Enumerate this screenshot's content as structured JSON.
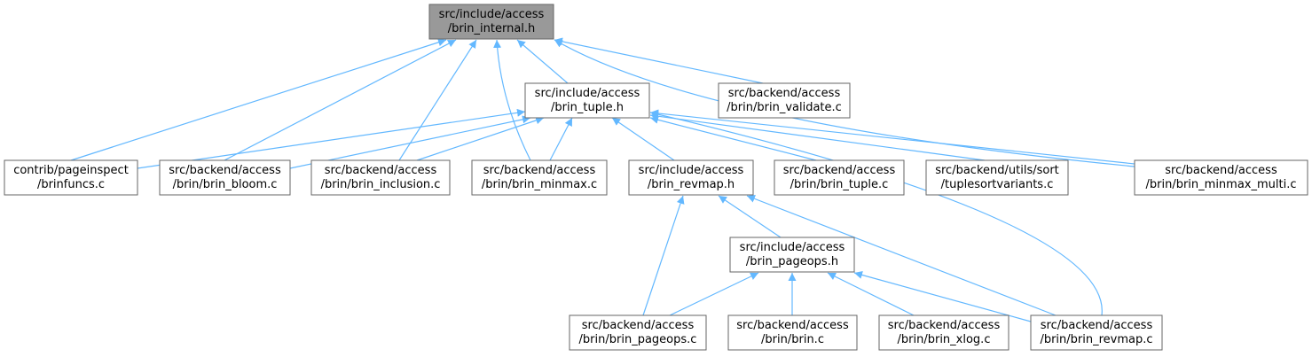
{
  "colors": {
    "edge": "#63b8ff",
    "node_border": "#666666",
    "node_fill": "#ffffff",
    "root_fill": "#999999",
    "text": "#000000"
  },
  "nodes": [
    {
      "id": "brin_internal_h",
      "lines": [
        "src/include/access",
        "/brin_internal.h"
      ],
      "root": true
    },
    {
      "id": "brin_tuple_h",
      "lines": [
        "src/include/access",
        "/brin_tuple.h"
      ]
    },
    {
      "id": "brin_validate_c",
      "lines": [
        "src/backend/access",
        "/brin/brin_validate.c"
      ]
    },
    {
      "id": "brinfuncs_c",
      "lines": [
        "contrib/pageinspect",
        "/brinfuncs.c"
      ]
    },
    {
      "id": "brin_bloom_c",
      "lines": [
        "src/backend/access",
        "/brin/brin_bloom.c"
      ]
    },
    {
      "id": "brin_inclusion_c",
      "lines": [
        "src/backend/access",
        "/brin/brin_inclusion.c"
      ]
    },
    {
      "id": "brin_minmax_c",
      "lines": [
        "src/backend/access",
        "/brin/brin_minmax.c"
      ]
    },
    {
      "id": "brin_revmap_h",
      "lines": [
        "src/include/access",
        "/brin_revmap.h"
      ]
    },
    {
      "id": "brin_tuple_c",
      "lines": [
        "src/backend/access",
        "/brin/brin_tuple.c"
      ]
    },
    {
      "id": "tuplesortvariants_c",
      "lines": [
        "src/backend/utils/sort",
        "/tuplesortvariants.c"
      ]
    },
    {
      "id": "brin_minmax_multi_c",
      "lines": [
        "src/backend/access",
        "/brin/brin_minmax_multi.c"
      ]
    },
    {
      "id": "brin_pageops_h",
      "lines": [
        "src/include/access",
        "/brin_pageops.h"
      ]
    },
    {
      "id": "brin_pageops_c",
      "lines": [
        "src/backend/access",
        "/brin/brin_pageops.c"
      ]
    },
    {
      "id": "brin_c",
      "lines": [
        "src/backend/access",
        "/brin/brin.c"
      ]
    },
    {
      "id": "brin_xlog_c",
      "lines": [
        "src/backend/access",
        "/brin/brin_xlog.c"
      ]
    },
    {
      "id": "brin_revmap_c",
      "lines": [
        "src/backend/access",
        "/brin/brin_revmap.c"
      ]
    }
  ],
  "edges": [
    {
      "from": "brinfuncs_c",
      "to": "brin_internal_h"
    },
    {
      "from": "brin_bloom_c",
      "to": "brin_internal_h"
    },
    {
      "from": "brin_inclusion_c",
      "to": "brin_internal_h"
    },
    {
      "from": "brin_minmax_c",
      "to": "brin_internal_h"
    },
    {
      "from": "brin_tuple_h",
      "to": "brin_internal_h"
    },
    {
      "from": "brin_validate_c",
      "to": "brin_internal_h"
    },
    {
      "from": "brin_minmax_multi_c",
      "to": "brin_internal_h"
    },
    {
      "from": "brinfuncs_c",
      "to": "brin_tuple_h"
    },
    {
      "from": "brin_bloom_c",
      "to": "brin_tuple_h"
    },
    {
      "from": "brin_inclusion_c",
      "to": "brin_tuple_h"
    },
    {
      "from": "brin_minmax_c",
      "to": "brin_tuple_h"
    },
    {
      "from": "brin_revmap_h",
      "to": "brin_tuple_h"
    },
    {
      "from": "brin_tuple_c",
      "to": "brin_tuple_h"
    },
    {
      "from": "tuplesortvariants_c",
      "to": "brin_tuple_h"
    },
    {
      "from": "brin_minmax_multi_c",
      "to": "brin_tuple_h"
    },
    {
      "from": "brin_revmap_c",
      "to": "brin_tuple_h"
    },
    {
      "from": "brin_pageops_c",
      "to": "brin_revmap_h"
    },
    {
      "from": "brin_pageops_h",
      "to": "brin_revmap_h"
    },
    {
      "from": "brin_revmap_c",
      "to": "brin_revmap_h"
    },
    {
      "from": "brin_pageops_c",
      "to": "brin_pageops_h"
    },
    {
      "from": "brin_c",
      "to": "brin_pageops_h"
    },
    {
      "from": "brin_xlog_c",
      "to": "brin_pageops_h"
    },
    {
      "from": "brin_revmap_c",
      "to": "brin_pageops_h"
    }
  ]
}
